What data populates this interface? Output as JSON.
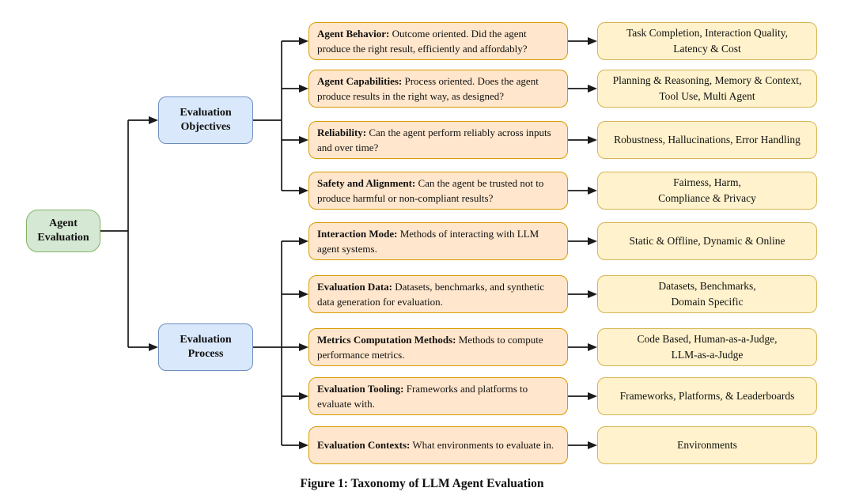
{
  "figure": {
    "caption": "Figure 1: Taxonomy of LLM Agent Evaluation"
  },
  "root": {
    "label": [
      "Agent",
      "Evaluation"
    ]
  },
  "branches": [
    {
      "label": [
        "Evaluation",
        "Objectives"
      ],
      "rows": [
        {
          "title": "Agent Behavior:",
          "desc": " Outcome oriented. Did the agent produce the right result, efficiently and affordably?",
          "examples": [
            "Task Completion, Interaction Quality,",
            "Latency & Cost"
          ]
        },
        {
          "title": "Agent Capabilities:",
          "desc": " Process oriented. Does the agent produce results in the right way, as designed?",
          "examples": [
            "Planning & Reasoning, Memory & Context,",
            "Tool Use, Multi Agent"
          ]
        },
        {
          "title": "Reliability:",
          "desc": " Can the agent perform reliably across inputs and over time?",
          "examples": [
            "Robustness, Hallucinations, Error Handling"
          ]
        },
        {
          "title": "Safety and Alignment:",
          "desc": " Can the agent be trusted not to produce harmful or non-compliant results?",
          "examples": [
            "Fairness, Harm,",
            "Compliance & Privacy"
          ]
        }
      ]
    },
    {
      "label": [
        "Evaluation",
        "Process"
      ],
      "rows": [
        {
          "title": "Interaction Mode:",
          "desc": " Methods of interacting with LLM agent systems.",
          "examples": [
            "Static & Offline, Dynamic & Online"
          ]
        },
        {
          "title": "Evaluation Data:",
          "desc": " Datasets, benchmarks, and synthetic data generation for evaluation.",
          "examples": [
            "Datasets, Benchmarks,",
            "Domain Specific"
          ]
        },
        {
          "title": "Metrics Computation Methods:",
          "desc": " Methods to compute performance metrics.",
          "examples": [
            "Code Based, Human-as-a-Judge,",
            "LLM-as-a-Judge"
          ]
        },
        {
          "title": "Evaluation Tooling:",
          "desc": " Frameworks and platforms to evaluate with.",
          "examples": [
            "Frameworks, Platforms, & Leaderboards"
          ]
        },
        {
          "title": "Evaluation Contexts:",
          "desc": " What environments to evaluate in.",
          "examples": [
            "Environments"
          ]
        }
      ]
    }
  ],
  "colors": {
    "root_fill": "#d5e8d4",
    "root_stroke": "#82b366",
    "branch_fill": "#dae8fc",
    "branch_stroke": "#6c8ebf",
    "topic_fill": "#ffe6cc",
    "topic_stroke": "#d79b00",
    "example_fill": "#fff2cc",
    "example_stroke": "#d6b656",
    "line": "#1a1a1a"
  }
}
